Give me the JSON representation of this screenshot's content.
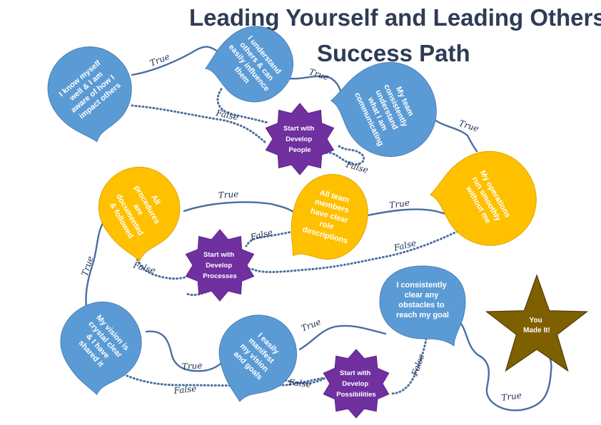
{
  "title_line1": "Leading Yourself and Leading Others",
  "title_line2": "Success Path",
  "edge_labels": {
    "true": "True",
    "false": "False"
  },
  "nodes": {
    "know_myself": [
      "I know myself",
      "well & I am",
      "aware of how I",
      "impact others"
    ],
    "understand_others": [
      "I understand",
      "others & can",
      "easily influence",
      "them"
    ],
    "team_understand": [
      "My team",
      "consistently",
      "understand",
      "what I am",
      "communicating"
    ],
    "operations": [
      "My operations",
      "run smoothly",
      "without me"
    ],
    "procedures": [
      "All",
      "procedures",
      "are",
      "documented",
      "& followed"
    ],
    "team_roles": [
      "All team",
      "members",
      "have clear",
      "role",
      "descriptions"
    ],
    "vision_clear": [
      "My vision is",
      "crystal clear",
      "& I have",
      "shared it"
    ],
    "manifest": [
      "I easily",
      "manifest",
      "my vision",
      "and goals"
    ],
    "obstacles": [
      "I consistently",
      "clear any",
      "obstacles to",
      "reach my goal"
    ]
  },
  "stars": {
    "develop_people": [
      "Start with",
      "Develop",
      "People"
    ],
    "develop_processes": [
      "Start with",
      "Develop",
      "Processes"
    ],
    "develop_possibilities": [
      "Start with",
      "Develop",
      "Possibilities"
    ],
    "finish": [
      "You",
      "Made It!"
    ]
  },
  "colors": {
    "blue": "#5b9bd5",
    "orange": "#ffc000",
    "purple": "#7030a0",
    "gold_star": "#7f6000",
    "path": "#4a6fa0",
    "title": "#2e3c55"
  }
}
